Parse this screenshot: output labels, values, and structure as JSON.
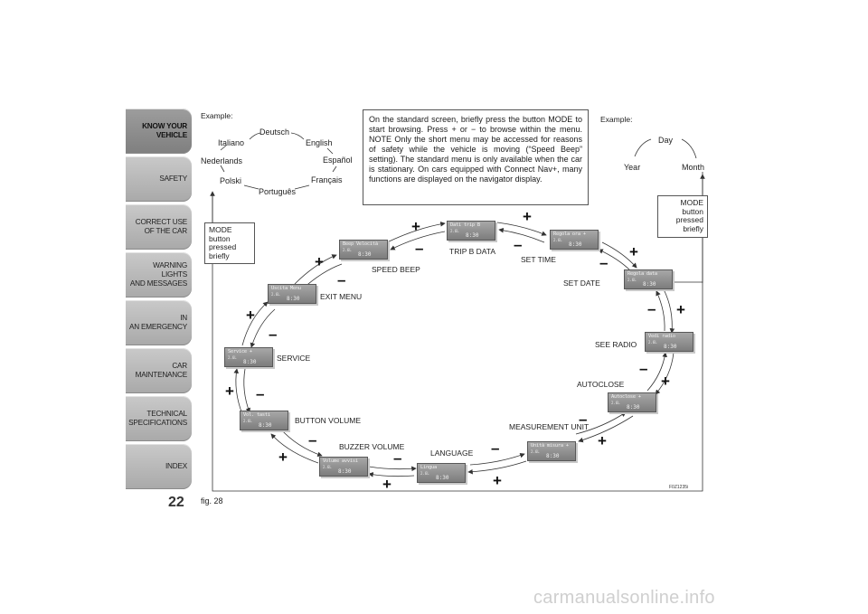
{
  "sidebar": {
    "tabs": [
      {
        "label": "KNOW YOUR\nVEHICLE",
        "active": true
      },
      {
        "label": "SAFETY",
        "active": false
      },
      {
        "label": "CORRECT USE\nOF THE CAR",
        "active": false
      },
      {
        "label": "WARNING LIGHTS\nAND MESSAGES",
        "active": false
      },
      {
        "label": "IN\nAN EMERGENCY",
        "active": false
      },
      {
        "label": "CAR\nMAINTENANCE",
        "active": false
      },
      {
        "label": "TECHNICAL\nSPECIFICATIONS",
        "active": false
      },
      {
        "label": "INDEX",
        "active": false
      }
    ],
    "page_number": "22"
  },
  "example_left": {
    "label": "Example:",
    "languages": [
      "Deutsch",
      "English",
      "Español",
      "Français",
      "Português",
      "Polski",
      "Nederlands",
      "Italiano"
    ]
  },
  "example_right": {
    "label": "Example:",
    "items": [
      "Day",
      "Month",
      "Year"
    ]
  },
  "info_text": "On the standard screen, briefly press the button MODE to start browsing. Press + or − to browse within the menu. NOTE Only the short menu may be accessed for reasons of safety while the vehicle is moving (“Speed Beep” setting). The standard menu is only available when the car is stationary. On cars equipped with Connect Nav+, many functions are displayed on the navigator display.",
  "mode_left": "MODE\nbutton\npressed\nbriefly",
  "mode_right": "MODE\nbutton\npressed\nbriefly",
  "plus": "+",
  "minus": "–",
  "time": "8:30",
  "lcd_small": "2.6L",
  "menu": [
    {
      "display": "Dati trip B",
      "label": "TRIP B DATA"
    },
    {
      "display": "Regola ora +",
      "label": "SET TIME"
    },
    {
      "display": "Regola data",
      "label": "SET DATE"
    },
    {
      "display": "Vedi radio",
      "label": "SEE RADIO"
    },
    {
      "display": "Autoclose +",
      "label": "AUTOCLOSE"
    },
    {
      "display": "Unità misura +",
      "label": "MEASUREMENT UNIT"
    },
    {
      "display": "Lingua",
      "label": "LANGUAGE"
    },
    {
      "display": "Volume avvisi",
      "label": "BUZZER VOLUME"
    },
    {
      "display": "Vol. tasti",
      "label": "BUTTON VOLUME"
    },
    {
      "display": "Service +",
      "label": "SERVICE"
    },
    {
      "display": "Uscita Menu",
      "label": "EXIT MENU"
    },
    {
      "display": "Beep Velocità",
      "label": "SPEED BEEP"
    }
  ],
  "figure_label": "fig. 28",
  "figure_code": "F0Z1235i",
  "watermark": "carmanualsonline.info",
  "colors": {
    "tab": "#b5b5b5",
    "tab_active": "#8e8e8e",
    "lcd": "#8f8f8f"
  }
}
